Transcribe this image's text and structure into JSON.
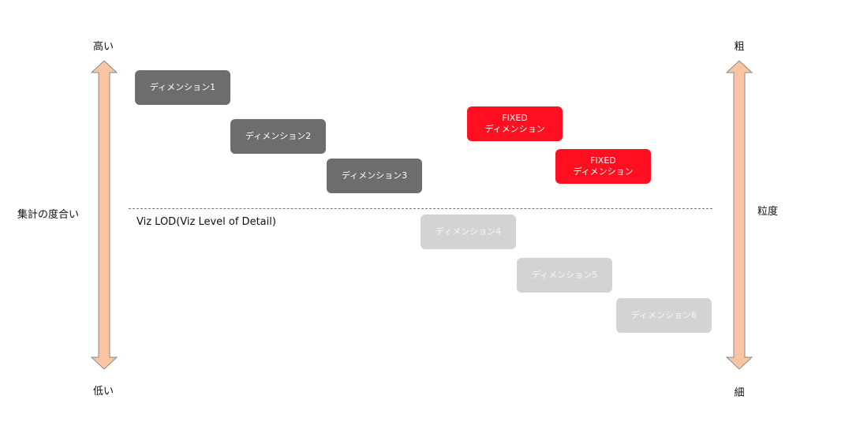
{
  "left_axis": {
    "top_label": "高い",
    "bottom_label": "低い",
    "title": "集計の度合い"
  },
  "right_axis": {
    "top_label": "粗",
    "bottom_label": "細",
    "title": "粒度"
  },
  "lod_line": {
    "label": "Viz LOD(Viz Level of Detail)"
  },
  "boxes": [
    {
      "lines": [
        "ディメンション1"
      ],
      "style": "dark"
    },
    {
      "lines": [
        "ディメンション2"
      ],
      "style": "dark"
    },
    {
      "lines": [
        "ディメンション3"
      ],
      "style": "dark"
    },
    {
      "lines": [
        "FIXED",
        "ディメンション"
      ],
      "style": "red"
    },
    {
      "lines": [
        "FIXED",
        "ディメンション"
      ],
      "style": "red"
    },
    {
      "lines": [
        "ディメンション4"
      ],
      "style": "light"
    },
    {
      "lines": [
        "ディメンション5"
      ],
      "style": "light"
    },
    {
      "lines": [
        "ディメンション6"
      ],
      "style": "light"
    }
  ],
  "colors": {
    "arrow_fill": "#f8c4a1",
    "arrow_stroke": "#8a8a8a",
    "dark_box": "#6d6d6d",
    "red_box": "#ff0f1f",
    "light_box": "#d3d3d3"
  }
}
